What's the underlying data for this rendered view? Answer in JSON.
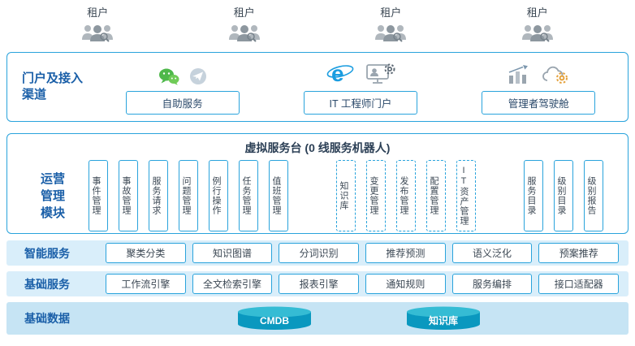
{
  "tenants": [
    "租户",
    "租户",
    "租户",
    "租户"
  ],
  "portal": {
    "label_lines": [
      "门户及接入",
      "渠道"
    ],
    "groups": [
      {
        "icons": [
          "wechat-icon",
          "paper-plane-icon"
        ],
        "button": "自助服务"
      },
      {
        "icons": [
          "ie-browser-icon",
          "engineer-desk-icon"
        ],
        "button": "IT 工程师门户"
      },
      {
        "icons": [
          "bar-chart-icon",
          "cloud-gear-icon"
        ],
        "button": "管理者驾驶舱"
      }
    ]
  },
  "operations": {
    "title": "虚拟服务台 (0 线服务机器人)",
    "label_lines": [
      "运营",
      "管理",
      "模块"
    ],
    "process_modules": [
      "事件管理",
      "事故管理",
      "服务请求",
      "问题管理",
      "例行操作",
      "任务管理",
      "值班管理"
    ],
    "dashed_modules": [
      "知识库",
      "变更管理",
      "发布管理",
      "配置管理",
      "IT资产管理"
    ],
    "catalog_modules": [
      "服务目录",
      "级别目录",
      "级别报告"
    ]
  },
  "bands": [
    {
      "label": "智能服务",
      "items": [
        "聚类分类",
        "知识图谱",
        "分词识别",
        "推荐预测",
        "语义泛化",
        "预案推荐"
      ]
    },
    {
      "label": "基础服务",
      "items": [
        "工作流引擎",
        "全文检索引擎",
        "报表引擎",
        "通知规则",
        "服务编排",
        "接口适配器"
      ]
    },
    {
      "label": "基础数据",
      "databases": [
        "CMDB",
        "知识库"
      ]
    }
  ],
  "colors": {
    "accent_border": "#29a3dc",
    "section_label_blue": "#1a5fa8",
    "band_background": "#d9eefa",
    "bottom_band_background": "#c6e4f4",
    "database_teal": "#0a98bf",
    "database_teal_light": "#35bcd4",
    "wechat_green": "#4eb84a",
    "ie_blue": "#1b9de0"
  }
}
